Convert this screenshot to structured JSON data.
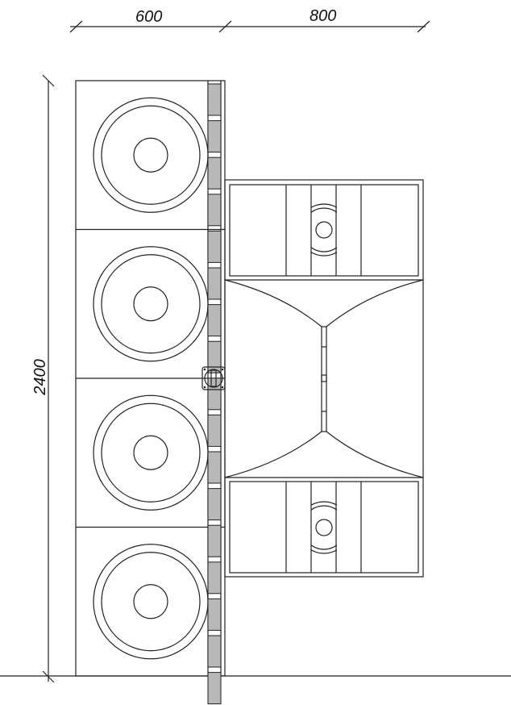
{
  "dimensions": {
    "width_left": "600",
    "width_right": "800",
    "height": "2400"
  },
  "drawing": {
    "subwoofer_count": 4,
    "mid_high_cabinet_count": 2,
    "line_color": "#222222",
    "rail_fill": "#b8b8b8"
  }
}
